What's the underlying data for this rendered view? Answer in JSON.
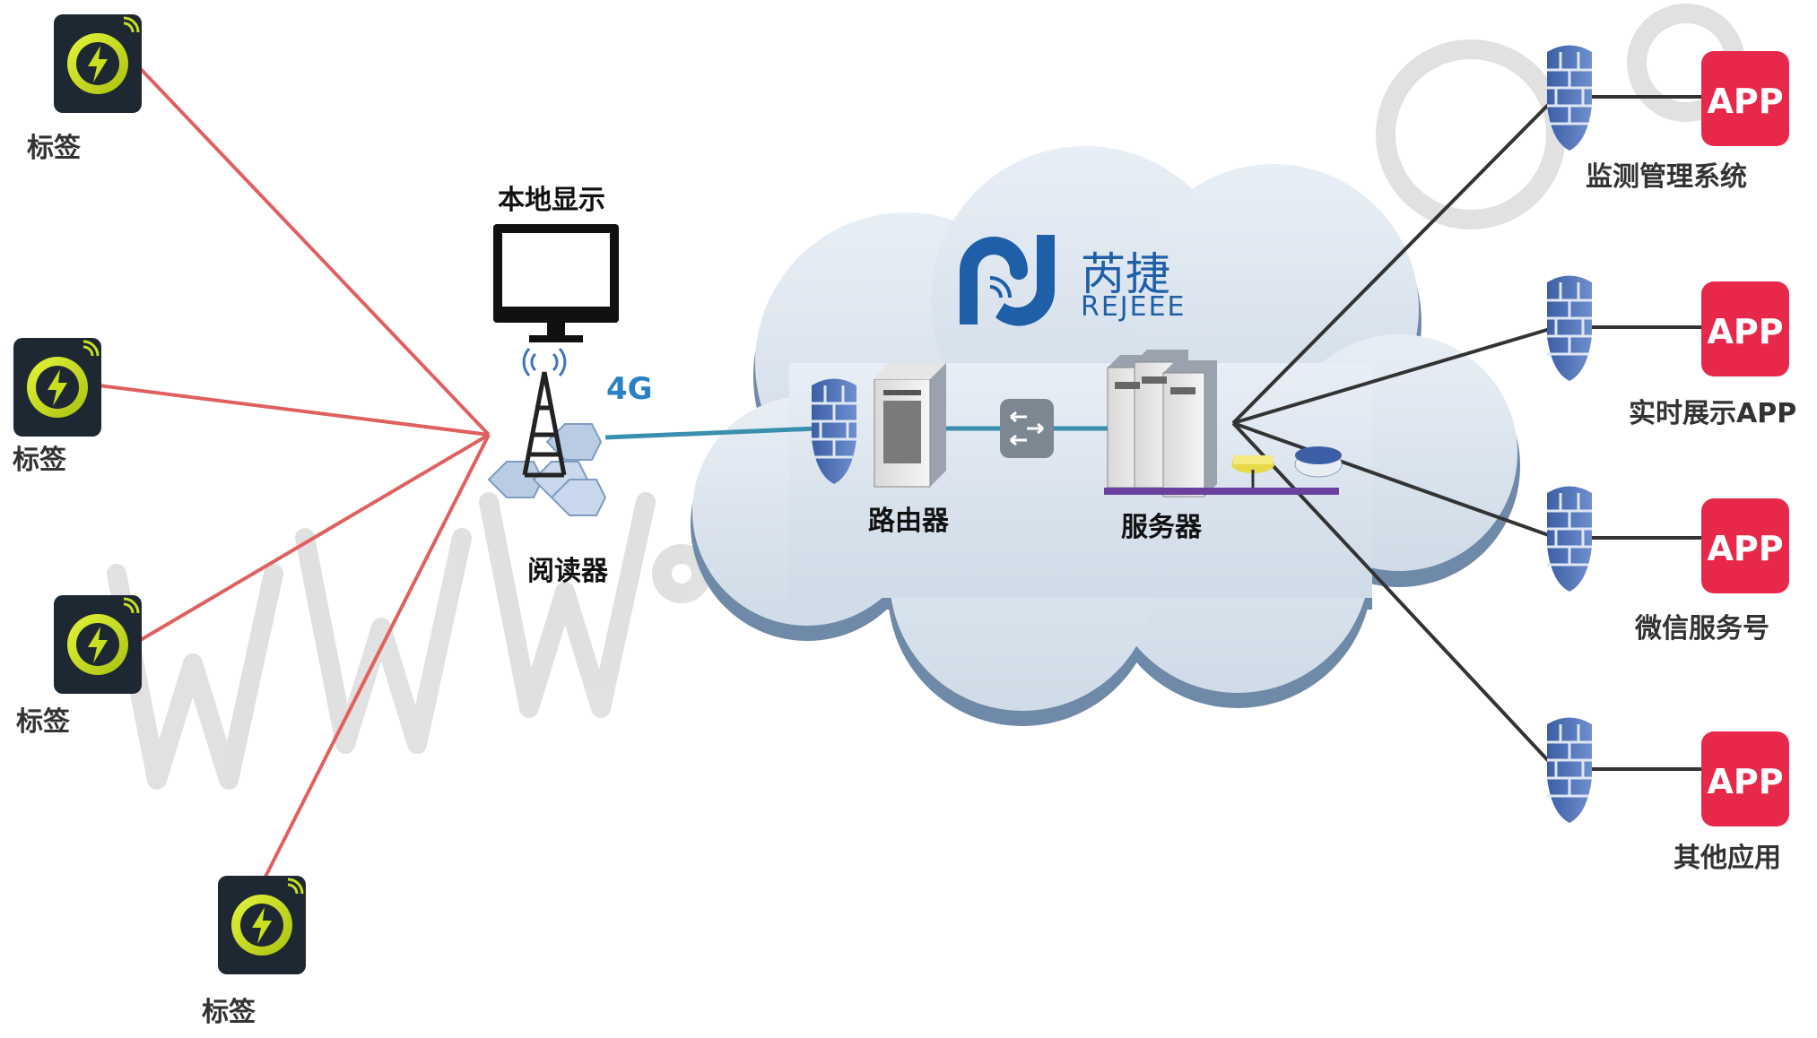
{
  "tags": [
    {
      "label": "标签"
    },
    {
      "label": "标签"
    },
    {
      "label": "标签"
    },
    {
      "label": "标签"
    }
  ],
  "local_display": {
    "label": "本地显示"
  },
  "network": {
    "label": "4G"
  },
  "reader": {
    "label": "阅读器"
  },
  "brand": {
    "cn": "芮捷",
    "en": "REJEEE"
  },
  "router": {
    "label": "路由器"
  },
  "server": {
    "label": "服务器"
  },
  "apps": [
    {
      "icon_text": "APP",
      "label": "监测管理系统"
    },
    {
      "icon_text": "APP",
      "label": "实时展示APP"
    },
    {
      "icon_text": "APP",
      "label": "微信服务号"
    },
    {
      "icon_text": "APP",
      "label": "其他应用"
    }
  ],
  "colors": {
    "tag_link": "#e06060",
    "reader_link": "#3a8fae",
    "app_link": "#333333",
    "app_tile": "#e8284a",
    "cloud": "#d9e3ee",
    "cloud_shadow": "#6f89a8",
    "tag_ring": "#c9e01e"
  }
}
